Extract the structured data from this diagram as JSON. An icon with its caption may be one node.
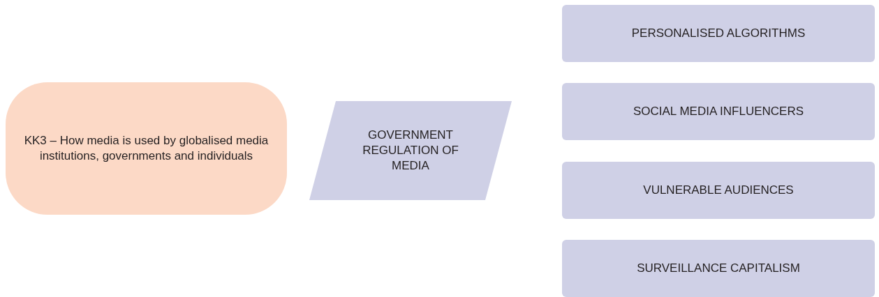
{
  "diagram": {
    "nodes": [
      {
        "text": [
          "KK3 – How media is used by globalised media institutions, governments and individuals"
        ]
      },
      {
        "text": [
          "GOVERNMENT REGULATION OF MEDIA"
        ]
      },
      {
        "text": [
          "PERSONALISED ALGORITHMS"
        ]
      },
      {
        "text": [
          "SOCIAL MEDIA INFLUENCERS"
        ]
      },
      {
        "text": [
          "VULNERABLE AUDIENCES"
        ]
      },
      {
        "text": [
          "SURVEILLANCE CAPITALISM"
        ]
      }
    ]
  }
}
